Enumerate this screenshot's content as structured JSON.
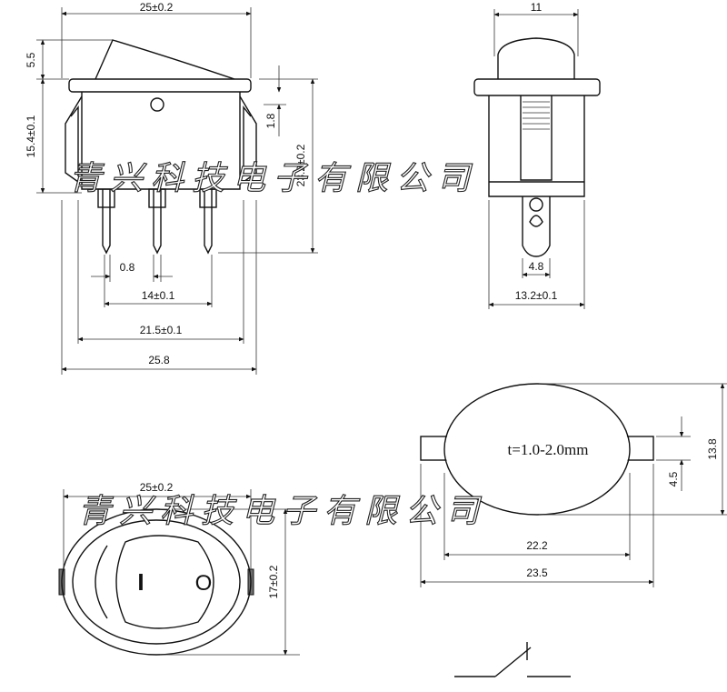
{
  "front_view": {
    "width_top": "25±0.2",
    "height_actuator": "5.5",
    "height_body": "15.4±0.1",
    "dim_small": "1.8",
    "height_total": "23.2±0.2",
    "pin_width": "0.8",
    "pin_pitch": "14±0.1",
    "body_width": "21.5±0.1",
    "width_total": "25.8"
  },
  "side_view": {
    "width_top": "11",
    "terminal_width": "4.8",
    "body_width": "13.2±0.1"
  },
  "top_view": {
    "width": "25±0.2",
    "height": "17±0.2",
    "symbol_off": "I",
    "symbol_on": "O"
  },
  "panel_cutout": {
    "thickness_note": "t=1.0-2.0mm",
    "height_total": "13.8",
    "tab_height": "4.5",
    "inner_width": "22.2",
    "outer_width": "23.5"
  },
  "watermark": "青兴科技电子有限公司"
}
